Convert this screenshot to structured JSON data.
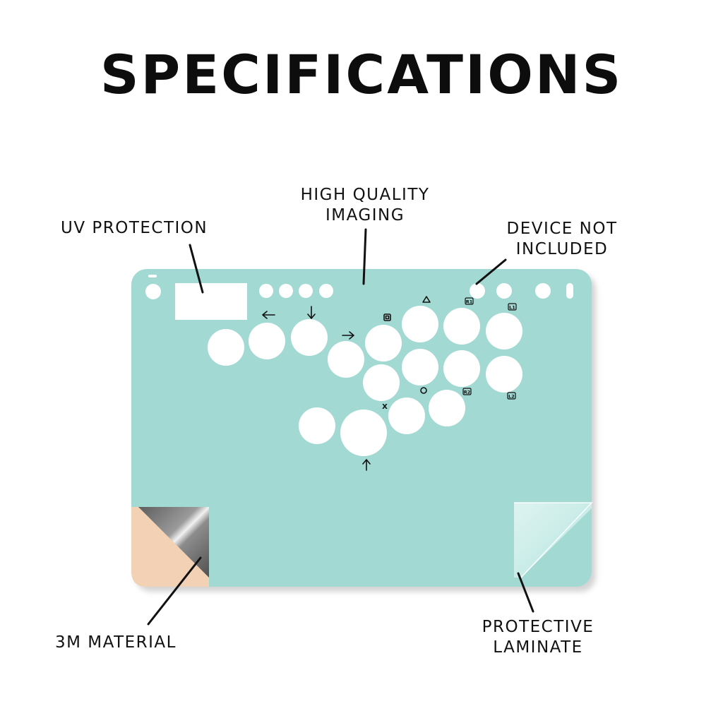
{
  "title": "SPECIFICATIONS",
  "colors": {
    "panel": "#a3d9d3",
    "panel_shadow": "#bdbdbd",
    "hole": "#ffffff",
    "backing": "#f3d1b4",
    "metal_dark": "#6e6e6e",
    "metal_light": "#e6e6e6",
    "text": "#111111"
  },
  "callouts": {
    "uv_protection": "UV PROTECTION",
    "high_quality_imaging": [
      "HIGH QUALITY",
      "IMAGING"
    ],
    "device_not_included": [
      "DEVICE NOT",
      "INCLUDED"
    ],
    "material": "3M MATERIAL",
    "protective_laminate": [
      "PROTECTIVE",
      "LAMINATE"
    ]
  },
  "button_glyphs": {
    "left": "left-arrow-icon",
    "down": "down-arrow-icon",
    "right": "right-arrow-icon",
    "up": "up-arrow-icon",
    "square": "square-icon",
    "triangle": "triangle-icon",
    "circle": "circle-icon",
    "cross": "X"
  },
  "button_labels": {
    "r1": "R1",
    "l1": "L1",
    "r2": "R2",
    "l2": "L2"
  }
}
